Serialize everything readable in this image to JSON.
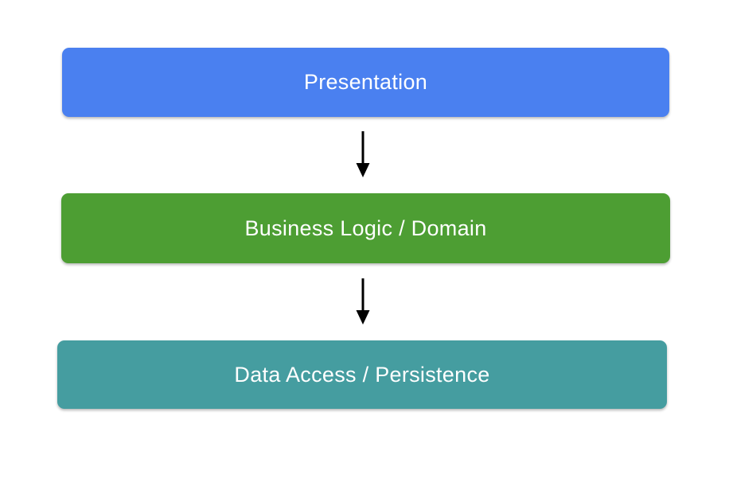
{
  "diagram": {
    "background_color": "#ffffff",
    "text_color": "#ffffff",
    "arrow_color": "#000000",
    "layers": [
      {
        "label": "Presentation",
        "fill": "#4a80f0"
      },
      {
        "label": "Business Logic / Domain",
        "fill": "#4d9e33"
      },
      {
        "label": "Data Access / Persistence",
        "fill": "#459da0"
      }
    ],
    "arrows": [
      {
        "direction": "down",
        "from": "Presentation",
        "to": "Business Logic / Domain"
      },
      {
        "direction": "down",
        "from": "Business Logic / Domain",
        "to": "Data Access / Persistence"
      }
    ]
  }
}
